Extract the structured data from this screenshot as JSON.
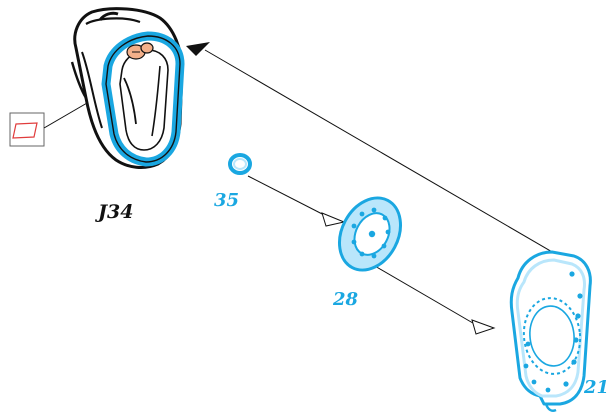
{
  "diagram": {
    "assembly_label": "J34",
    "parts": [
      {
        "id": "35",
        "label": "35"
      },
      {
        "id": "28",
        "label": "28"
      },
      {
        "id": "21",
        "label": "21"
      }
    ],
    "colors": {
      "part_blue": "#1aa7e1",
      "part_fill": "#b9e6fb",
      "ink": "#111111",
      "detail_red": "#e03c3c",
      "screw_orange": "#f3b08a"
    },
    "icons": {
      "note": "parallelogram-glass-icon",
      "screw": "screw-head-icon"
    }
  }
}
